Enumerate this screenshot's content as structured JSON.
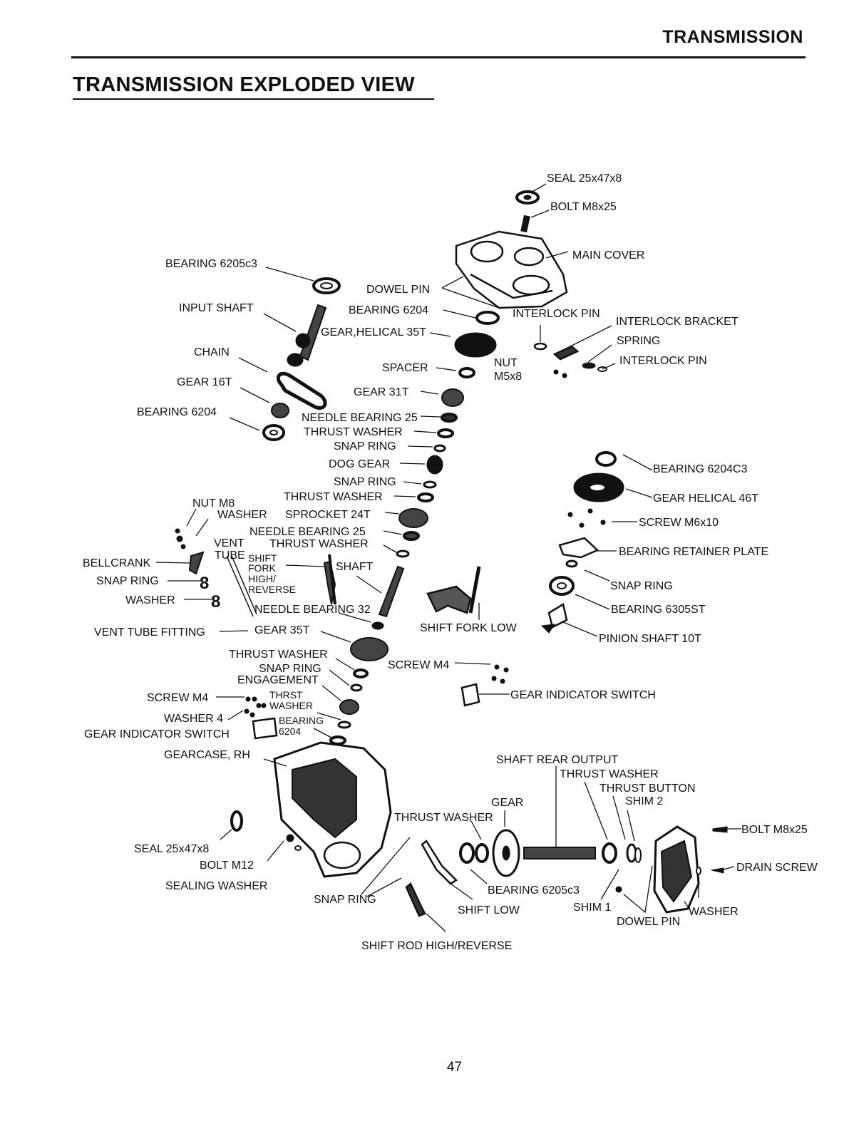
{
  "header": {
    "section": "TRANSMISSION",
    "title": "TRANSMISSION EXPLODED VIEW"
  },
  "footer": {
    "page_number": "47"
  },
  "labels": [
    "SEAL 25x47x8",
    "BOLT M8x25",
    "MAIN COVER",
    "BEARING 6205c3",
    "DOWEL PIN",
    "INPUT SHAFT",
    "BEARING 6204",
    "INTERLOCK PIN",
    "INTERLOCK BRACKET",
    "GEAR,HELICAL 35T",
    "SPRING",
    "INTERLOCK PIN",
    "CHAIN",
    "NUT",
    "M5x8",
    "SPACER",
    "GEAR 16T",
    "GEAR 31T",
    "BEARING 6204",
    "NEEDLE BEARING 25",
    "THRUST WASHER",
    "SNAP RING",
    "BEARING 6204C3",
    "DOG GEAR",
    "SNAP RING",
    "GEAR HELICAL 46T",
    "NUT M8",
    "THRUST WASHER",
    "WASHER",
    "SPROCKET 24T",
    "SCREW M6x10",
    "NEEDLE BEARING 25",
    "VENT",
    "THRUST WASHER",
    "TUBE",
    "SHIFT",
    "BEARING RETAINER PLATE",
    "BELLCRANK",
    "FORK",
    "SHAFT",
    "HIGH/",
    "SNAP RING",
    "REVERSE",
    "SNAP RING",
    "WASHER",
    "BEARING 6305ST",
    "NEEDLE BEARING 32",
    "SHIFT FORK LOW",
    "VENT TUBE FITTING",
    "GEAR 35T",
    "PINION SHAFT 10T",
    "THRUST WASHER",
    "SCREW M4",
    "SNAP RING",
    "ENGAGEMENT",
    "GEAR INDICATOR SWITCH",
    "SCREW M4",
    "THRST",
    "WASHER",
    "WASHER 4",
    "BEARING",
    "6204",
    "GEAR INDICATOR SWITCH",
    "GEARCASE, RH",
    "SHAFT REAR OUTPUT",
    "THRUST WASHER",
    "THRUST BUTTON",
    "GEAR",
    "SHIM 2",
    "THRUST WASHER",
    "BOLT M8x25",
    "SEAL 25x47x8",
    "DRAIN SCREW",
    "BOLT M12",
    "SEALING WASHER",
    "BEARING 6205c3",
    "SNAP RING",
    "SHIFT LOW",
    "SHIM 1",
    "WASHER",
    "DOWEL PIN",
    "SHIFT ROD HIGH/REVERSE"
  ]
}
